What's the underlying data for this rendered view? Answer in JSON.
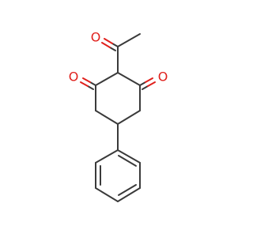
{
  "molecule": {
    "atoms": {
      "o_acetyl": "O",
      "o_left": "O",
      "o_right": "O"
    }
  },
  "colors": {
    "bond": "#3a3a3a",
    "oxygen": "#e0201c",
    "background": "#ffffff"
  }
}
